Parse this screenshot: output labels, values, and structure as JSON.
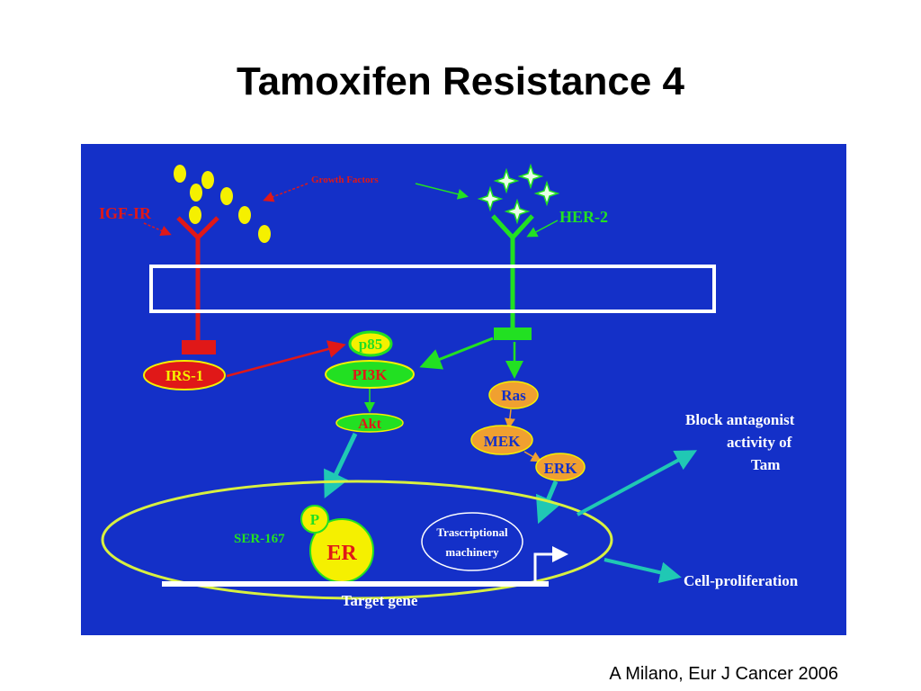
{
  "slide": {
    "title": "Tamoxifen Resistance 4",
    "citation": "A Milano, Eur J Cancer 2006"
  },
  "diagram": {
    "background": "#1430c8",
    "labels": {
      "growth_factors": "Growth Factors",
      "igf_ir": "IGF-IR",
      "her2": "HER-2",
      "irs1": "IRS-1",
      "p85": "p85",
      "pi3k": "PI3K",
      "akt": "Akt",
      "ras": "Ras",
      "mek": "MEK",
      "erk": "ERK",
      "p": "P",
      "ser167": "SER-167",
      "er": "ER",
      "trascriptional_line1": "Trascriptional",
      "trascriptional_line2": "machinery",
      "target_gene": "Target gene",
      "block_line1": "Block antagonist",
      "block_line2": "activity of",
      "block_line3": "Tam",
      "cell_proliferation": "Cell-proliferation"
    },
    "colors": {
      "red": "#e01818",
      "green": "#22e022",
      "yellow": "#f5f000",
      "orange": "#f0a030",
      "teal": "#20c8b4",
      "white": "#ffffff"
    }
  }
}
